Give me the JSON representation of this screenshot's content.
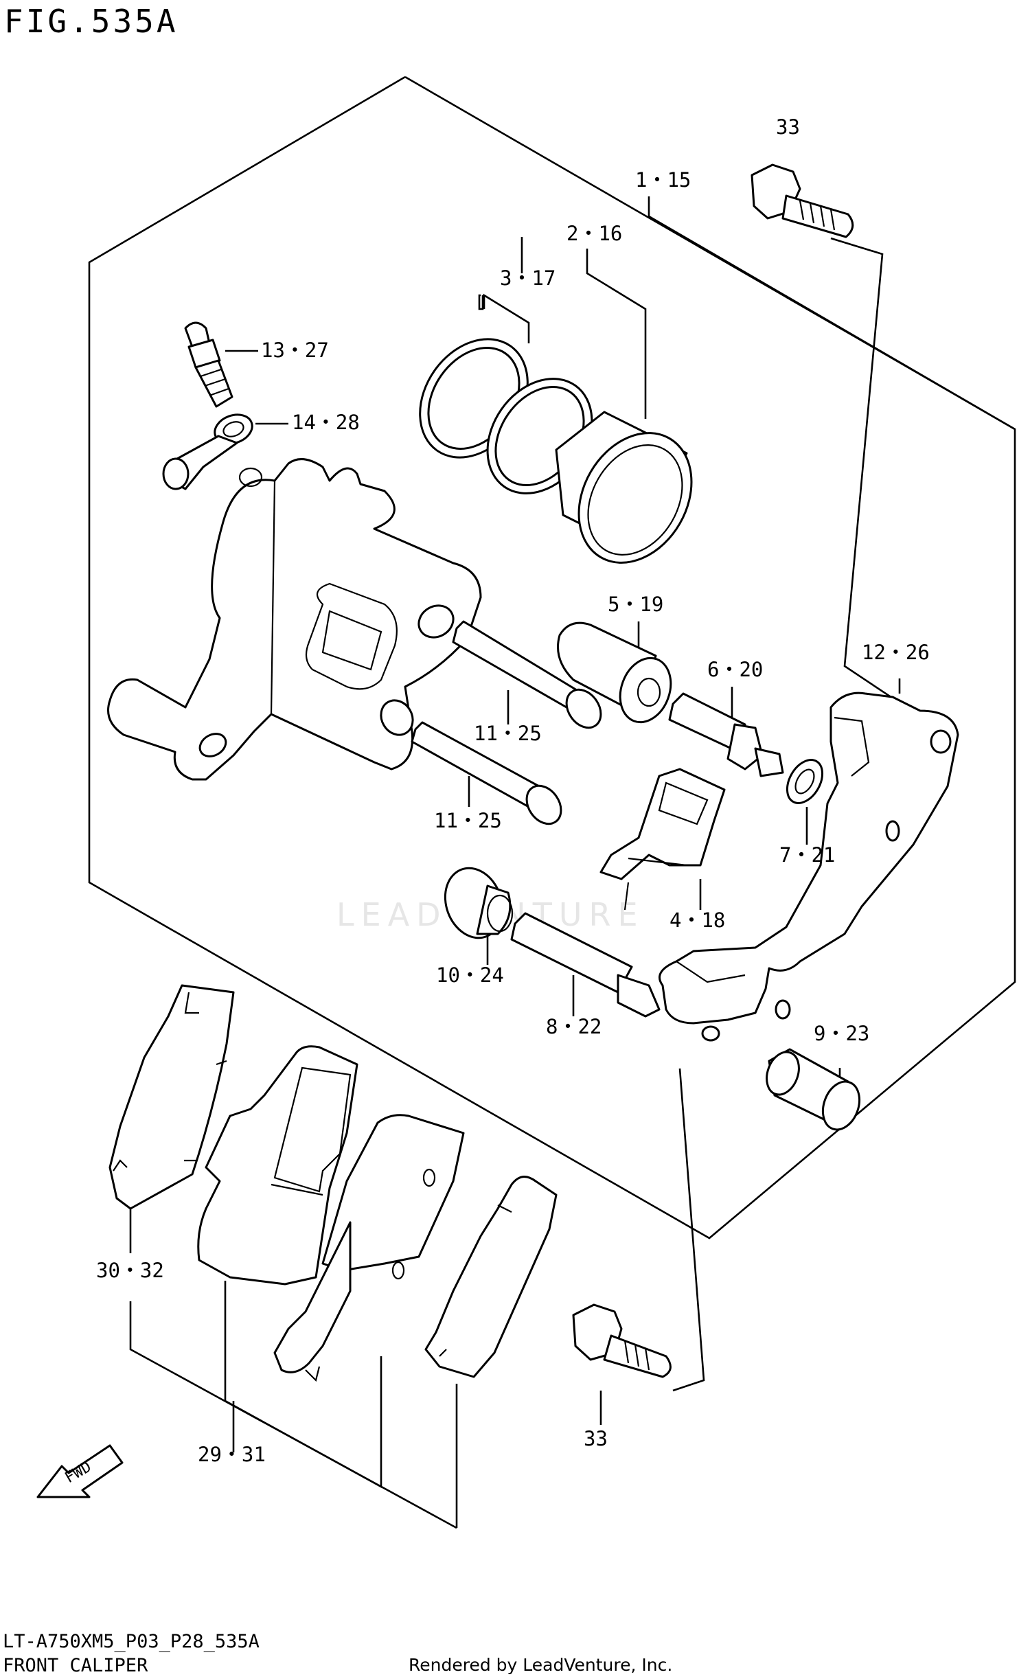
{
  "header": {
    "title": "FIG.535A"
  },
  "callouts": [
    {
      "id": "c1",
      "text": "1・15"
    },
    {
      "id": "c2",
      "text": "2・16"
    },
    {
      "id": "c3",
      "text": "3・17"
    },
    {
      "id": "c4",
      "text": "13・27"
    },
    {
      "id": "c5",
      "text": "14・28"
    },
    {
      "id": "c6",
      "text": "33"
    },
    {
      "id": "c7",
      "text": "5・19"
    },
    {
      "id": "c8",
      "text": "6・20"
    },
    {
      "id": "c9",
      "text": "12・26"
    },
    {
      "id": "c10",
      "text": "11・25"
    },
    {
      "id": "c11",
      "text": "11・25"
    },
    {
      "id": "c12",
      "text": "7・21"
    },
    {
      "id": "c13",
      "text": "4・18"
    },
    {
      "id": "c14",
      "text": "10・24"
    },
    {
      "id": "c15",
      "text": "8・22"
    },
    {
      "id": "c16",
      "text": "9・23"
    },
    {
      "id": "c17",
      "text": "30・32"
    },
    {
      "id": "c18",
      "text": "29・31"
    },
    {
      "id": "c19",
      "text": "33"
    }
  ],
  "fwd_label": "FWD",
  "watermark": "LEADVENTURE",
  "footer": {
    "diagram_code": "LT-A750XM5_P03_P28_535A",
    "diagram_name": "FRONT CALIPER",
    "credit": "Rendered by LeadVenture, Inc."
  }
}
